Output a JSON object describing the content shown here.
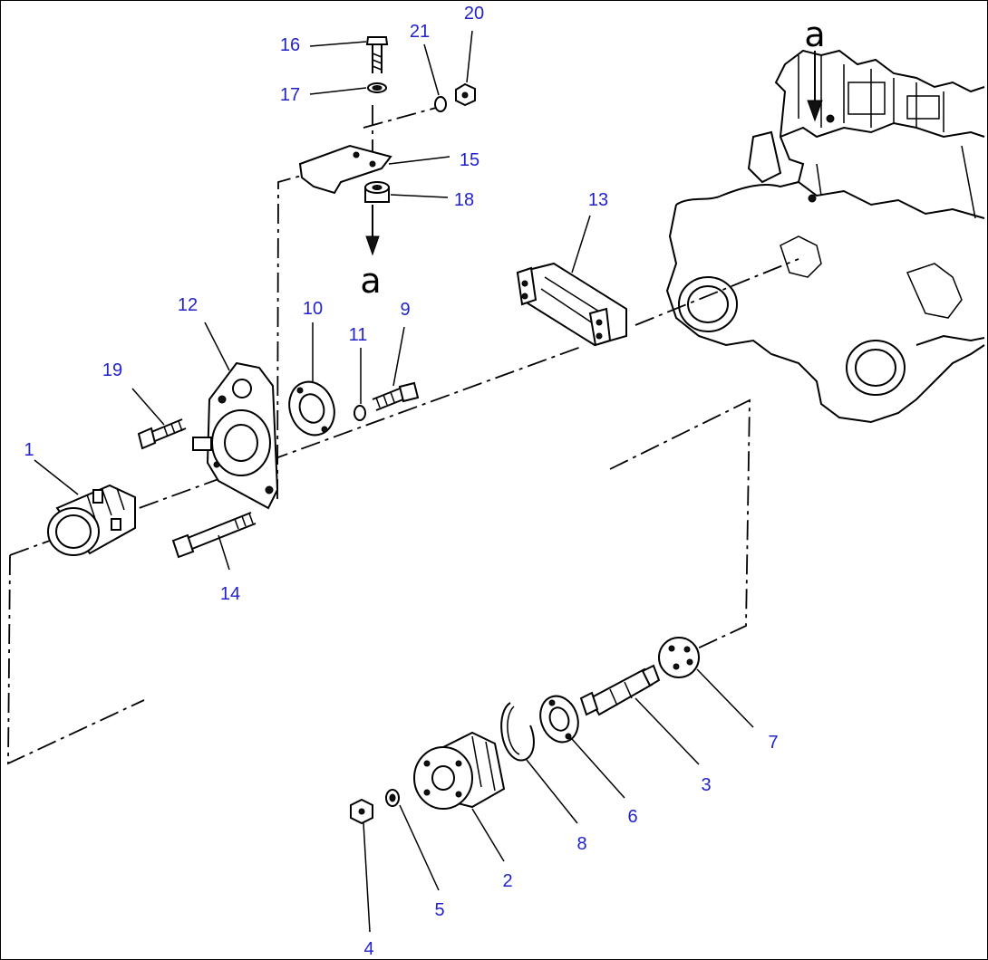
{
  "diagram": {
    "callouts": [
      "1",
      "2",
      "3",
      "4",
      "5",
      "6",
      "7",
      "8",
      "9",
      "10",
      "11",
      "12",
      "13",
      "14",
      "15",
      "16",
      "17",
      "18",
      "19",
      "20",
      "21"
    ],
    "reference_letter": "a",
    "label_color": "#2222cc"
  }
}
